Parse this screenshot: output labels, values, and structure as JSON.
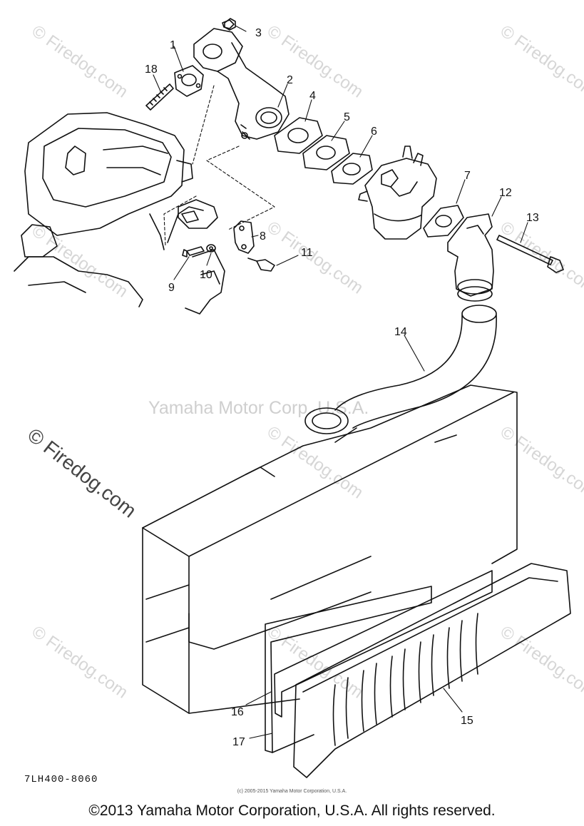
{
  "watermarks": {
    "tile": "© Firedog.com",
    "big": "© Firedog.com",
    "center": "Yamaha Motor Corp. U.S.A."
  },
  "callouts": {
    "c1": "1",
    "c2": "2",
    "c3": "3",
    "c4": "4",
    "c5": "5",
    "c6": "6",
    "c7": "7",
    "c8": "8",
    "c9": "9",
    "c10": "10",
    "c11": "11",
    "c12": "12",
    "c13": "13",
    "c14": "14",
    "c15": "15",
    "c16": "16",
    "c17": "17",
    "c18": "18"
  },
  "diagram_code": "7LH400-8060",
  "small_copyright": "(c) 2005-2015 Yamaha Motor Corporation, U.S.A.",
  "footer": "©2013 Yamaha Motor Corporation, U.S.A. All rights reserved."
}
